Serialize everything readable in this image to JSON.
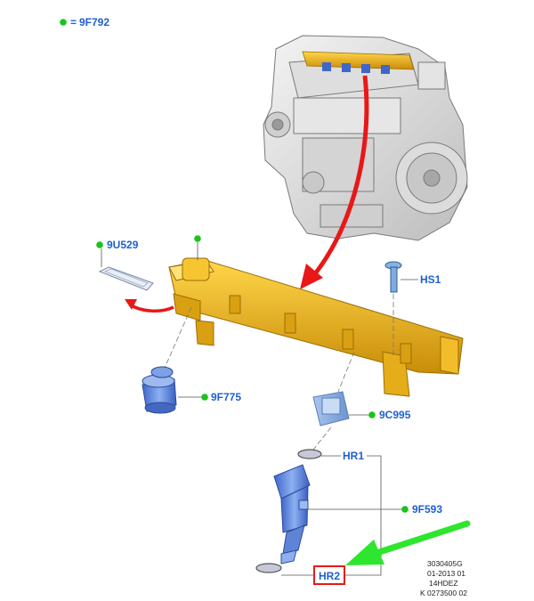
{
  "legend": {
    "dot_color": "#19c419",
    "code": "9F792"
  },
  "labels": {
    "gasket": "9U529",
    "damper": "9F775",
    "bolt": "HS1",
    "clip": "9C995",
    "upper_oring": "HR1",
    "injector": "9F593",
    "lower_oring": "HR2"
  },
  "reference": {
    "line1": "3030405G",
    "line2": "01-2013 01",
    "line3": "14HDEZ",
    "line4": "K 0273500 02"
  },
  "colors": {
    "label_blue": "#1f5fd1",
    "dot_green": "#19c419",
    "arrow_red": "#e81818",
    "arrow_green": "#2ee62e",
    "highlight_box": "#e81818",
    "rail_gold": "#e8b21c",
    "part_blue": "#6a8ee0"
  }
}
